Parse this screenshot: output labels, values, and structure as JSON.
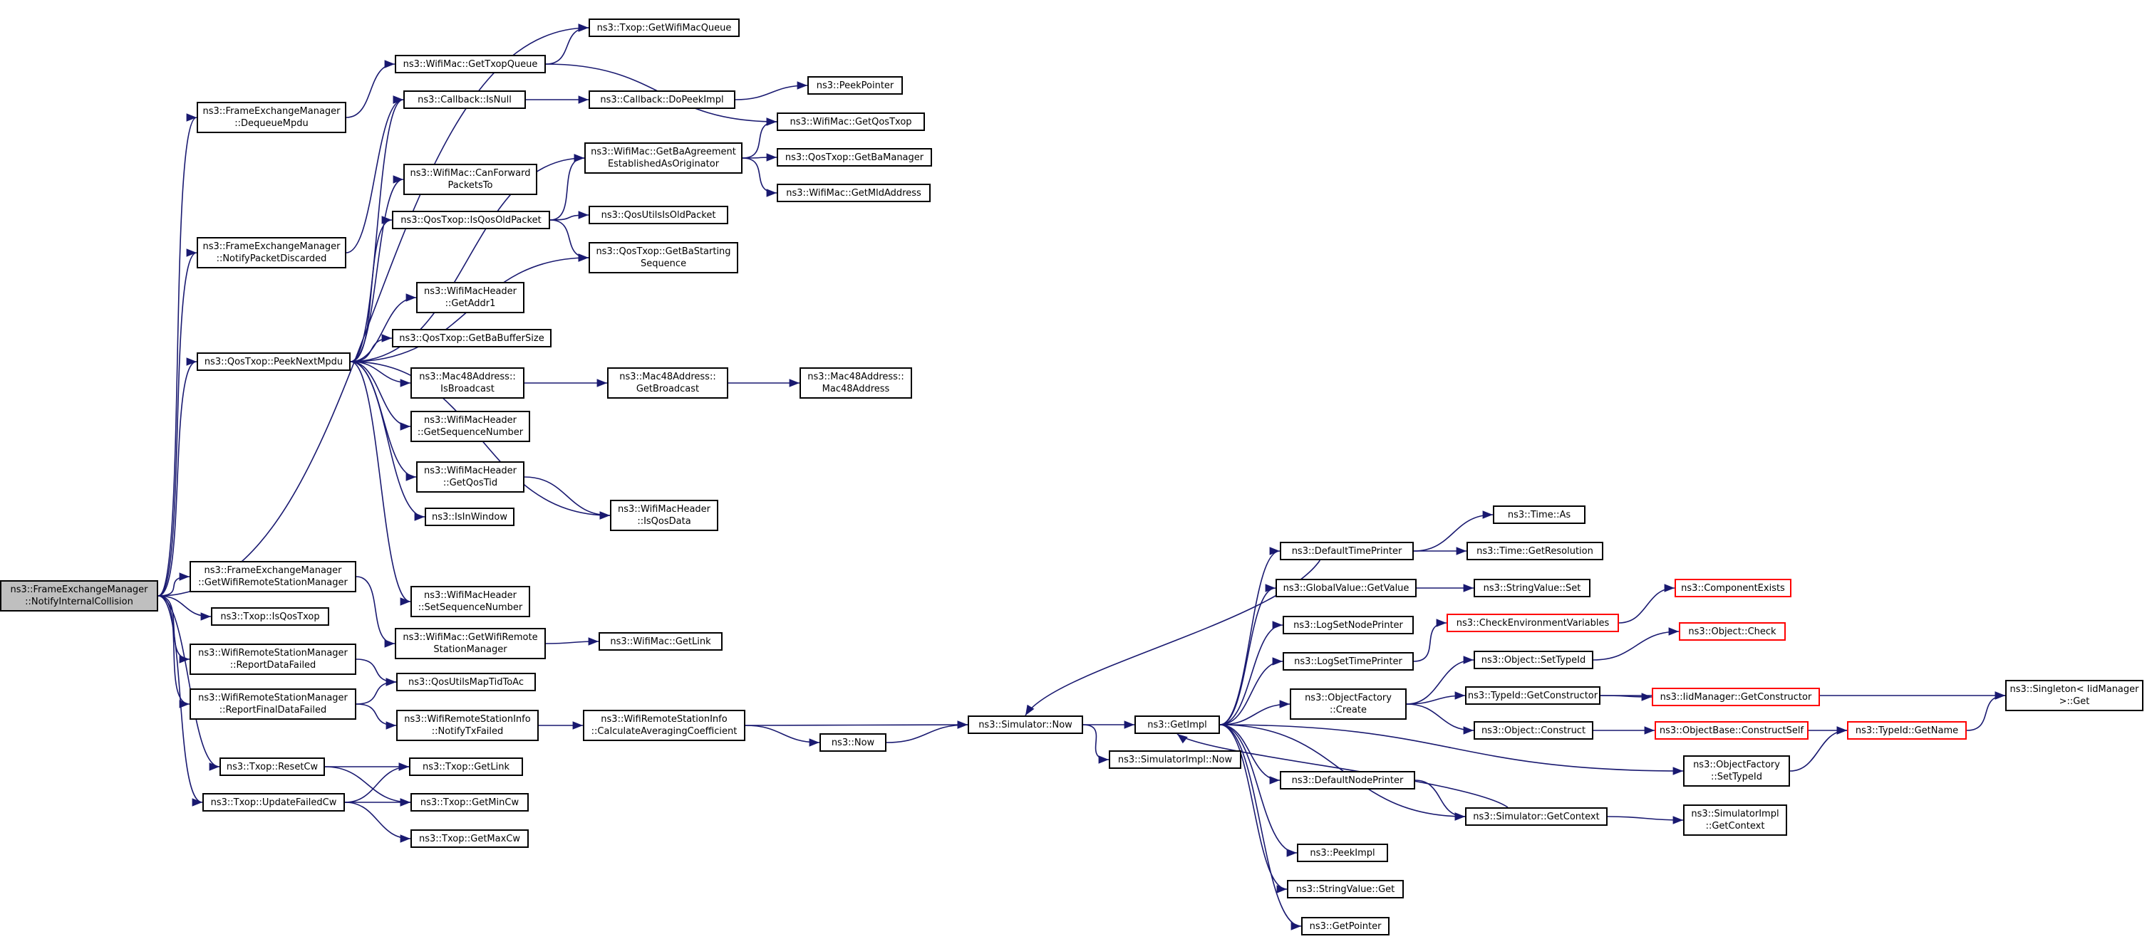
{
  "colors": {
    "edge": "#191970",
    "root_fill": "#bfbfbf",
    "node_border": "#000000",
    "truncated_border": "#ff0000"
  },
  "nodes": {
    "notifyInternalCollision": {
      "lines": [
        "ns3::FrameExchangeManager",
        "::NotifyInternalCollision"
      ],
      "kind": "root"
    },
    "getWifiMacQueue": {
      "lines": [
        "ns3::Txop::GetWifiMacQueue"
      ]
    },
    "getTxopQueue": {
      "lines": [
        "ns3::WifiMac::GetTxopQueue"
      ]
    },
    "dequeueMpdu": {
      "lines": [
        "ns3::FrameExchangeManager",
        "::DequeueMpdu"
      ]
    },
    "peekPointer": {
      "lines": [
        "ns3::PeekPointer"
      ]
    },
    "callbackIsNull": {
      "lines": [
        "ns3::Callback::IsNull"
      ]
    },
    "doPeekImpl": {
      "lines": [
        "ns3::Callback::DoPeekImpl"
      ]
    },
    "getQosTxop": {
      "lines": [
        "ns3::WifiMac::GetQosTxop"
      ]
    },
    "getBaAgreement": {
      "lines": [
        "ns3::WifiMac::GetBaAgreement",
        "EstablishedAsOriginator"
      ]
    },
    "getBaManager": {
      "lines": [
        "ns3::QosTxop::GetBaManager"
      ]
    },
    "canForward": {
      "lines": [
        "ns3::WifiMac::CanForward",
        "PacketsTo"
      ]
    },
    "getMldAddress": {
      "lines": [
        "ns3::WifiMac::GetMldAddress"
      ]
    },
    "isQosOldPacket": {
      "lines": [
        "ns3::QosTxop::IsQosOldPacket"
      ]
    },
    "qosUtilsIsOldPacket": {
      "lines": [
        "ns3::QosUtilsIsOldPacket"
      ]
    },
    "notifyPacketDiscarded": {
      "lines": [
        "ns3::FrameExchangeManager",
        "::NotifyPacketDiscarded"
      ]
    },
    "getBaStartingSequence": {
      "lines": [
        "ns3::QosTxop::GetBaStarting",
        "Sequence"
      ]
    },
    "getAddr1": {
      "lines": [
        "ns3::WifiMacHeader",
        "::GetAddr1"
      ]
    },
    "getBaBufferSize": {
      "lines": [
        "ns3::QosTxop::GetBaBufferSize"
      ]
    },
    "peekNextMpdu": {
      "lines": [
        "ns3::QosTxop::PeekNextMpdu"
      ]
    },
    "isBroadcast": {
      "lines": [
        "ns3::Mac48Address::",
        "IsBroadcast"
      ]
    },
    "getBroadcast": {
      "lines": [
        "ns3::Mac48Address::",
        "GetBroadcast"
      ]
    },
    "mac48Address": {
      "lines": [
        "ns3::Mac48Address::",
        "Mac48Address"
      ]
    },
    "getSequenceNumber": {
      "lines": [
        "ns3::WifiMacHeader",
        "::GetSequenceNumber"
      ]
    },
    "getQosTid": {
      "lines": [
        "ns3::WifiMacHeader",
        "::GetQosTid"
      ]
    },
    "isInWindow": {
      "lines": [
        "ns3::IsInWindow"
      ]
    },
    "isQosData": {
      "lines": [
        "ns3::WifiMacHeader",
        "::IsQosData"
      ]
    },
    "timeAs": {
      "lines": [
        "ns3::Time::As"
      ]
    },
    "defaultTimePrinter": {
      "lines": [
        "ns3::DefaultTimePrinter"
      ]
    },
    "getResolution": {
      "lines": [
        "ns3::Time::GetResolution"
      ]
    },
    "getWifiRemoteStationManagerFem": {
      "lines": [
        "ns3::FrameExchangeManager",
        "::GetWifiRemoteStationManager"
      ]
    },
    "globalValueGetValue": {
      "lines": [
        "ns3::GlobalValue::GetValue"
      ]
    },
    "stringValueSet": {
      "lines": [
        "ns3::StringValue::Set"
      ]
    },
    "componentExists": {
      "lines": [
        "ns3::ComponentExists"
      ],
      "kind": "truncated"
    },
    "setSequenceNumber": {
      "lines": [
        "ns3::WifiMacHeader",
        "::SetSequenceNumber"
      ]
    },
    "txopIsQosTxop": {
      "lines": [
        "ns3::Txop::IsQosTxop"
      ]
    },
    "logSetNodePrinter": {
      "lines": [
        "ns3::LogSetNodePrinter"
      ]
    },
    "checkEnvVars": {
      "lines": [
        "ns3::CheckEnvironmentVariables"
      ],
      "kind": "truncated"
    },
    "getWifiRemoteStationManagerMac": {
      "lines": [
        "ns3::WifiMac::GetWifiRemote",
        "StationManager"
      ]
    },
    "getLink": {
      "lines": [
        "ns3::WifiMac::GetLink"
      ]
    },
    "objectCheck": {
      "lines": [
        "ns3::Object::Check"
      ],
      "kind": "truncated"
    },
    "reportDataFailed": {
      "lines": [
        "ns3::WifiRemoteStationManager",
        "::ReportDataFailed"
      ]
    },
    "logSetTimePrinter": {
      "lines": [
        "ns3::LogSetTimePrinter"
      ]
    },
    "objectSetTypeId": {
      "lines": [
        "ns3::Object::SetTypeId"
      ]
    },
    "qosUtilsMapTidToAc": {
      "lines": [
        "ns3::QosUtilsMapTidToAc"
      ]
    },
    "typeIdGetConstructor": {
      "lines": [
        "ns3::TypeId::GetConstructor"
      ]
    },
    "iidManagerGetConstructor": {
      "lines": [
        "ns3::IidManager::GetConstructor"
      ],
      "kind": "truncated"
    },
    "singletonGet": {
      "lines": [
        "ns3::Singleton< IidManager",
        " >::Get"
      ]
    },
    "reportFinalDataFailed": {
      "lines": [
        "ns3::WifiRemoteStationManager",
        "::ReportFinalDataFailed"
      ]
    },
    "objectFactoryCreate": {
      "lines": [
        "ns3::ObjectFactory",
        "::Create"
      ]
    },
    "notifyTxFailed": {
      "lines": [
        "ns3::WifiRemoteStationInfo",
        "::NotifyTxFailed"
      ]
    },
    "calcAvgCoeff": {
      "lines": [
        "ns3::WifiRemoteStationInfo",
        "::CalculateAveragingCoefficient"
      ]
    },
    "simulatorNow": {
      "lines": [
        "ns3::Simulator::Now"
      ]
    },
    "getImpl": {
      "lines": [
        "ns3::GetImpl"
      ]
    },
    "objectConstruct": {
      "lines": [
        "ns3::Object::Construct"
      ]
    },
    "constructSelf": {
      "lines": [
        "ns3::ObjectBase::ConstructSelf"
      ],
      "kind": "truncated"
    },
    "typeIdGetName": {
      "lines": [
        "ns3::TypeId::GetName"
      ],
      "kind": "truncated"
    },
    "now": {
      "lines": [
        "ns3::Now"
      ]
    },
    "simulatorImplNow": {
      "lines": [
        "ns3::SimulatorImpl::Now"
      ]
    },
    "objectFactorySetTypeId": {
      "lines": [
        "ns3::ObjectFactory",
        "::SetTypeId"
      ]
    },
    "resetCw": {
      "lines": [
        "ns3::Txop::ResetCw"
      ]
    },
    "txopGetLink": {
      "lines": [
        "ns3::Txop::GetLink"
      ]
    },
    "defaultNodePrinter": {
      "lines": [
        "ns3::DefaultNodePrinter"
      ]
    },
    "updateFailedCw": {
      "lines": [
        "ns3::Txop::UpdateFailedCw"
      ]
    },
    "getMinCw": {
      "lines": [
        "ns3::Txop::GetMinCw"
      ]
    },
    "simulatorGetContext": {
      "lines": [
        "ns3::Simulator::GetContext"
      ]
    },
    "simulatorImplGetContext": {
      "lines": [
        "ns3::SimulatorImpl",
        "::GetContext"
      ]
    },
    "getMaxCw": {
      "lines": [
        "ns3::Txop::GetMaxCw"
      ]
    },
    "peekImpl": {
      "lines": [
        "ns3::PeekImpl"
      ]
    },
    "stringValueGet": {
      "lines": [
        "ns3::StringValue::Get"
      ]
    },
    "getPointer": {
      "lines": [
        "ns3::GetPointer"
      ]
    }
  },
  "edges": [
    [
      "notifyInternalCollision",
      "getWifiMacQueue"
    ],
    [
      "notifyInternalCollision",
      "dequeueMpdu"
    ],
    [
      "notifyInternalCollision",
      "notifyPacketDiscarded"
    ],
    [
      "notifyInternalCollision",
      "peekNextMpdu"
    ],
    [
      "notifyInternalCollision",
      "getWifiRemoteStationManagerFem"
    ],
    [
      "notifyInternalCollision",
      "txopIsQosTxop"
    ],
    [
      "notifyInternalCollision",
      "reportDataFailed"
    ],
    [
      "notifyInternalCollision",
      "reportFinalDataFailed"
    ],
    [
      "notifyInternalCollision",
      "resetCw"
    ],
    [
      "notifyInternalCollision",
      "updateFailedCw"
    ],
    [
      "dequeueMpdu",
      "getTxopQueue"
    ],
    [
      "getTxopQueue",
      "getWifiMacQueue"
    ],
    [
      "getTxopQueue",
      "getQosTxop"
    ],
    [
      "notifyPacketDiscarded",
      "callbackIsNull"
    ],
    [
      "callbackIsNull",
      "doPeekImpl"
    ],
    [
      "doPeekImpl",
      "peekPointer"
    ],
    [
      "peekNextMpdu",
      "callbackIsNull"
    ],
    [
      "peekNextMpdu",
      "getBaAgreement"
    ],
    [
      "peekNextMpdu",
      "canForward"
    ],
    [
      "peekNextMpdu",
      "isQosOldPacket"
    ],
    [
      "peekNextMpdu",
      "getBaStartingSequence"
    ],
    [
      "peekNextMpdu",
      "getAddr1"
    ],
    [
      "peekNextMpdu",
      "getBaBufferSize"
    ],
    [
      "peekNextMpdu",
      "isBroadcast"
    ],
    [
      "peekNextMpdu",
      "getSequenceNumber"
    ],
    [
      "peekNextMpdu",
      "getQosTid"
    ],
    [
      "peekNextMpdu",
      "isInWindow"
    ],
    [
      "peekNextMpdu",
      "isQosData"
    ],
    [
      "peekNextMpdu",
      "setSequenceNumber"
    ],
    [
      "getBaAgreement",
      "getQosTxop"
    ],
    [
      "getBaAgreement",
      "getBaManager"
    ],
    [
      "getBaAgreement",
      "getMldAddress"
    ],
    [
      "isQosOldPacket",
      "getBaAgreement"
    ],
    [
      "isQosOldPacket",
      "qosUtilsIsOldPacket"
    ],
    [
      "isQosOldPacket",
      "getBaStartingSequence"
    ],
    [
      "isBroadcast",
      "getBroadcast"
    ],
    [
      "getBroadcast",
      "mac48Address"
    ],
    [
      "getQosTid",
      "isQosData"
    ],
    [
      "getWifiRemoteStationManagerFem",
      "getWifiRemoteStationManagerMac"
    ],
    [
      "getWifiRemoteStationManagerMac",
      "getLink"
    ],
    [
      "reportDataFailed",
      "qosUtilsMapTidToAc"
    ],
    [
      "reportFinalDataFailed",
      "qosUtilsMapTidToAc"
    ],
    [
      "reportFinalDataFailed",
      "notifyTxFailed"
    ],
    [
      "notifyTxFailed",
      "calcAvgCoeff"
    ],
    [
      "calcAvgCoeff",
      "simulatorNow"
    ],
    [
      "calcAvgCoeff",
      "now"
    ],
    [
      "now",
      "simulatorNow"
    ],
    [
      "simulatorNow",
      "getImpl"
    ],
    [
      "simulatorNow",
      "simulatorImplNow"
    ],
    [
      "defaultTimePrinter",
      "simulatorNow"
    ],
    [
      "defaultTimePrinter",
      "timeAs"
    ],
    [
      "defaultTimePrinter",
      "getResolution"
    ],
    [
      "getImpl",
      "defaultTimePrinter"
    ],
    [
      "getImpl",
      "globalValueGetValue"
    ],
    [
      "getImpl",
      "logSetNodePrinter"
    ],
    [
      "getImpl",
      "logSetTimePrinter"
    ],
    [
      "getImpl",
      "objectFactoryCreate"
    ],
    [
      "getImpl",
      "objectFactorySetTypeId"
    ],
    [
      "getImpl",
      "defaultNodePrinter"
    ],
    [
      "getImpl",
      "simulatorGetContext"
    ],
    [
      "getImpl",
      "peekImpl"
    ],
    [
      "getImpl",
      "stringValueGet"
    ],
    [
      "getImpl",
      "getPointer"
    ],
    [
      "globalValueGetValue",
      "stringValueSet"
    ],
    [
      "logSetTimePrinter",
      "checkEnvVars"
    ],
    [
      "checkEnvVars",
      "componentExists"
    ],
    [
      "objectFactoryCreate",
      "objectSetTypeId"
    ],
    [
      "objectFactoryCreate",
      "typeIdGetConstructor"
    ],
    [
      "objectFactoryCreate",
      "objectConstruct"
    ],
    [
      "objectSetTypeId",
      "objectCheck"
    ],
    [
      "typeIdGetConstructor",
      "iidManagerGetConstructor"
    ],
    [
      "typeIdGetConstructor",
      "singletonGet"
    ],
    [
      "objectConstruct",
      "constructSelf"
    ],
    [
      "constructSelf",
      "typeIdGetName"
    ],
    [
      "typeIdGetName",
      "singletonGet"
    ],
    [
      "objectFactorySetTypeId",
      "typeIdGetName"
    ],
    [
      "defaultNodePrinter",
      "simulatorGetContext"
    ],
    [
      "simulatorGetContext",
      "getImpl"
    ],
    [
      "simulatorGetContext",
      "simulatorImplGetContext"
    ],
    [
      "resetCw",
      "txopGetLink"
    ],
    [
      "resetCw",
      "getMinCw"
    ],
    [
      "updateFailedCw",
      "txopGetLink"
    ],
    [
      "updateFailedCw",
      "getMinCw"
    ],
    [
      "updateFailedCw",
      "getMaxCw"
    ]
  ]
}
